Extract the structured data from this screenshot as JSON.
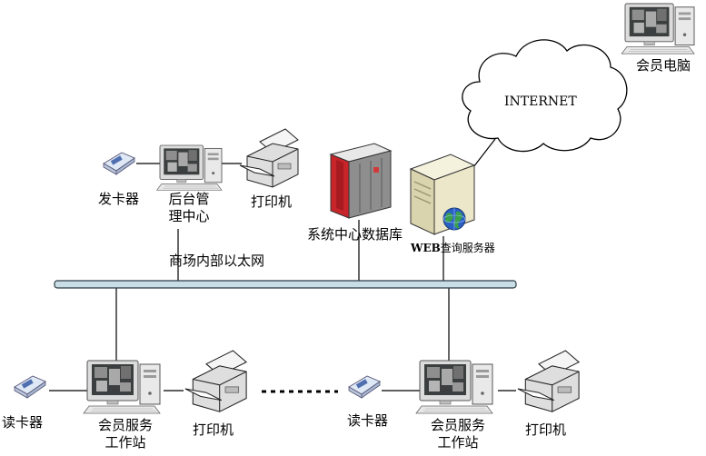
{
  "labels": {
    "member_pc": "会员电脑",
    "internet": "INTERNET",
    "card_issuer": "发卡器",
    "backend_line1": "后台管",
    "backend_line2": "理中心",
    "printer_top": "打印机",
    "database": "系统中心数据库",
    "web_prefix": "WEB",
    "web_suffix": "查询服务器",
    "lan": "商场内部以太网",
    "card_reader_left": "读卡器",
    "station_left_line1": "会员服务",
    "station_left_line2": "工作站",
    "printer_bottom_left": "打印机",
    "card_reader_right": "读卡器",
    "station_right_line1": "会员服务",
    "station_right_line2": "工作站",
    "printer_bottom_right": "打印机"
  },
  "icons": [
    "member-pc-icon",
    "internet-cloud-icon",
    "card-issuer-icon",
    "backend-pc-icon",
    "printer-icon",
    "database-server-icon",
    "web-server-icon",
    "globe-icon",
    "card-reader-icon",
    "workstation-icon"
  ],
  "colors": {
    "line": "#000000",
    "bus_fill": "#c9dde6",
    "bus_stroke": "#2b3b44",
    "database_red": "#c8252b",
    "server_beige": "#ece7c8",
    "globe_blue": "#2a5fc4",
    "globe_green": "#3aa04a"
  }
}
